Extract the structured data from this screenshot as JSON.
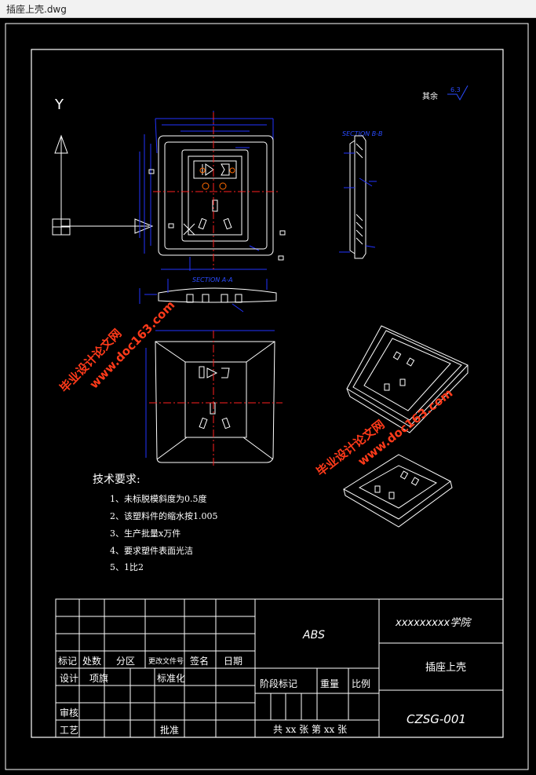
{
  "window": {
    "title": "插座上壳.dwg"
  },
  "drawing": {
    "surface_note": "其余",
    "roughness": "6.3",
    "axis_y": "Y",
    "section_a": "SECTION A-A",
    "section_b": "SECTION B-B",
    "tech_title": "技术要求:",
    "tech_items": [
      "1、未标脱模斜度为0.5度",
      "2、该塑料件的缩水按1.005",
      "3、生产批量x万件",
      "4、要求塑件表面光洁",
      "5、1比2"
    ],
    "watermarks": [
      {
        "line1": "毕业设计论文网",
        "line2": "www.doc163.com"
      },
      {
        "line1": "毕业设计论文网",
        "line2": "www.doc163.com"
      }
    ]
  },
  "title_block": {
    "material": "ABS",
    "school": "xxxxxxxxx学院",
    "part_name": "插座上壳",
    "drawing_no": "CZSG-001",
    "labels": {
      "mark": "标记",
      "count": "处数",
      "zone": "分区",
      "change_doc": "更改文件号",
      "sign": "签名",
      "date": "日期",
      "design": "设计",
      "designer": "项旗",
      "standard": "标准化",
      "stage": "阶段标记",
      "weight": "重量",
      "scale": "比例",
      "review": "审核",
      "process": "工艺",
      "approve": "批准"
    },
    "sheets": "共 xx 张  第 xx 张"
  },
  "colors": {
    "line": "#ffffff",
    "dim": "#2233ff",
    "center": "#ff2020",
    "hatch": "#ffffff",
    "watermark": "#ff3a1a"
  }
}
